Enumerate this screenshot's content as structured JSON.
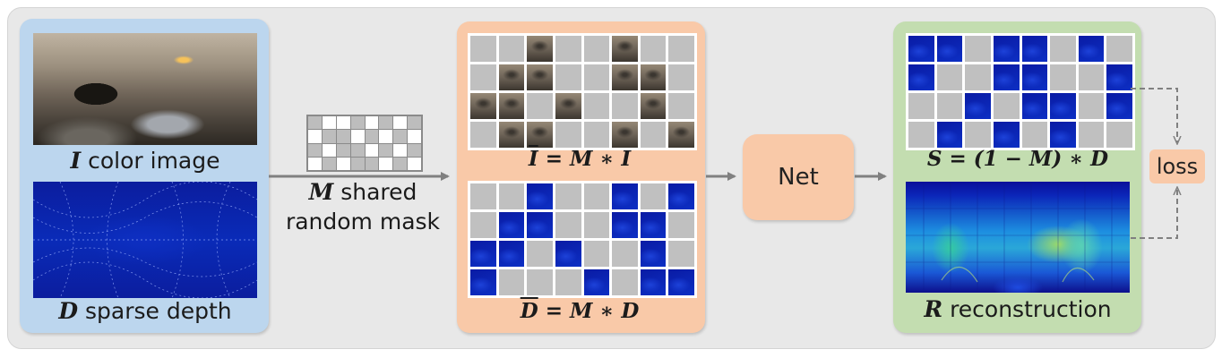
{
  "inputs": {
    "color_symbol": "I",
    "color_label": "color image",
    "depth_symbol": "D",
    "depth_label": "sparse depth"
  },
  "mask": {
    "symbol": "M",
    "label_line1": "shared",
    "label_line2": "random mask"
  },
  "masked": {
    "masked_image_symbol": "I",
    "masked_image_rhs": "= M ∗ I",
    "masked_depth_symbol": "D",
    "masked_depth_rhs": "= M ∗ D"
  },
  "net": {
    "label": "Net"
  },
  "outputs": {
    "supervision_formula": "S = (1 − M) ∗ D",
    "recon_symbol": "R",
    "recon_label": "reconstruction"
  },
  "loss": {
    "label": "loss"
  },
  "colors": {
    "input_panel": "#bcd6ee",
    "masked_panel": "#f9c9a8",
    "output_panel": "#c3ddb0",
    "net_box": "#f9c9a8",
    "masked_cell": "#c0c0c0",
    "depth_blue": "#0c22b0",
    "arrow": "#808080"
  }
}
